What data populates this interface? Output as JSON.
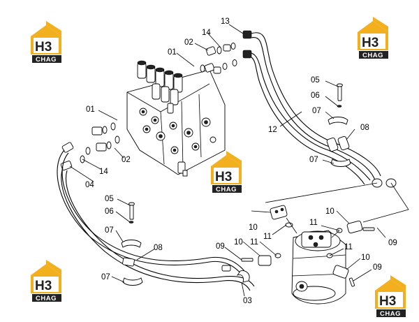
{
  "labels": {
    "l13": "13",
    "l14a": "14",
    "l02a": "02",
    "l01a": "01",
    "l05a": "05",
    "l06a": "06",
    "l07a": "07",
    "l12": "12",
    "l08a": "08",
    "l01b": "01",
    "l02b": "02",
    "l14b": "14",
    "l04": "04",
    "l07b": "07",
    "l05b": "05",
    "l06b": "06",
    "l07c": "07",
    "l08b": "08",
    "l10a": "10",
    "l10b": "10",
    "l11a": "11",
    "l11b": "11",
    "l09a": "09",
    "l09b": "09",
    "l10c": "10",
    "l11c": "11",
    "l11d": "11",
    "l10d": "10",
    "l09c": "09",
    "l07d": "07",
    "l03": "03"
  },
  "logo": {
    "mark": "H3",
    "caption": "CHAG"
  },
  "colors": {
    "logo_gold": "#f2b01e",
    "logo_dark": "#222222",
    "line": "#000000",
    "background": "#ffffff"
  }
}
